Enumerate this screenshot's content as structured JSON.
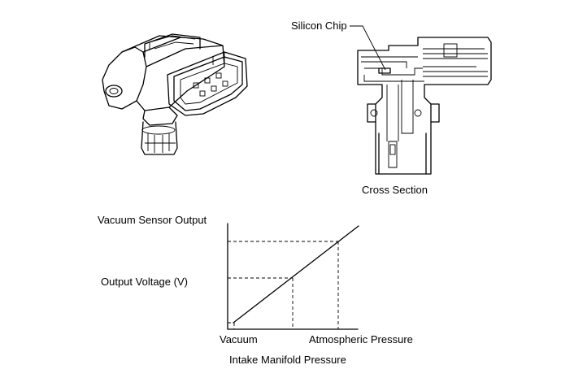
{
  "labels": {
    "silicon_chip": "Silicon Chip",
    "cross_section": "Cross Section",
    "vacuum_sensor_output": "Vacuum Sensor Output",
    "output_voltage": "Output Voltage (V)",
    "vacuum": "Vacuum",
    "atmospheric_pressure": "Atmospheric Pressure",
    "intake_manifold_pressure": "Intake Manifold Pressure"
  }
}
